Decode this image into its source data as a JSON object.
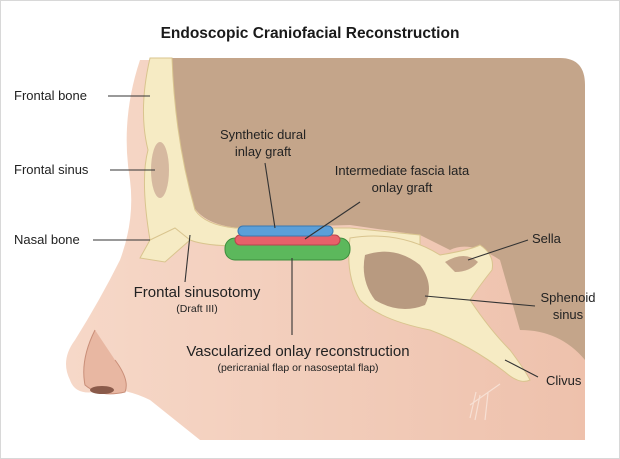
{
  "title": "Endoscopic Craniofacial Reconstruction",
  "labels": {
    "frontal_bone": "Frontal bone",
    "frontal_sinus": "Frontal sinus",
    "nasal_bone": "Nasal bone",
    "synthetic_dural_line1": "Synthetic dural",
    "synthetic_dural_line2": "inlay graft",
    "fascia_line1": "Intermediate fascia lata",
    "fascia_line2": "onlay graft",
    "sella": "Sella",
    "sphenoid_line1": "Sphenoid",
    "sphenoid_line2": "sinus",
    "frontal_sinusotomy": "Frontal sinusotomy",
    "draft": "(Draft III)",
    "vascularized": "Vascularized onlay reconstruction",
    "vascularized_sub": "(pericranial flap or nasoseptal flap)",
    "clivus": "Clivus"
  },
  "colors": {
    "brain": "#c4a58a",
    "skin": "#f0c9b6",
    "bone": "#f6ebc4",
    "dural_graft": "#5b9fd9",
    "fascia_graft": "#e8606a",
    "vascular_flap": "#5cb85c"
  }
}
